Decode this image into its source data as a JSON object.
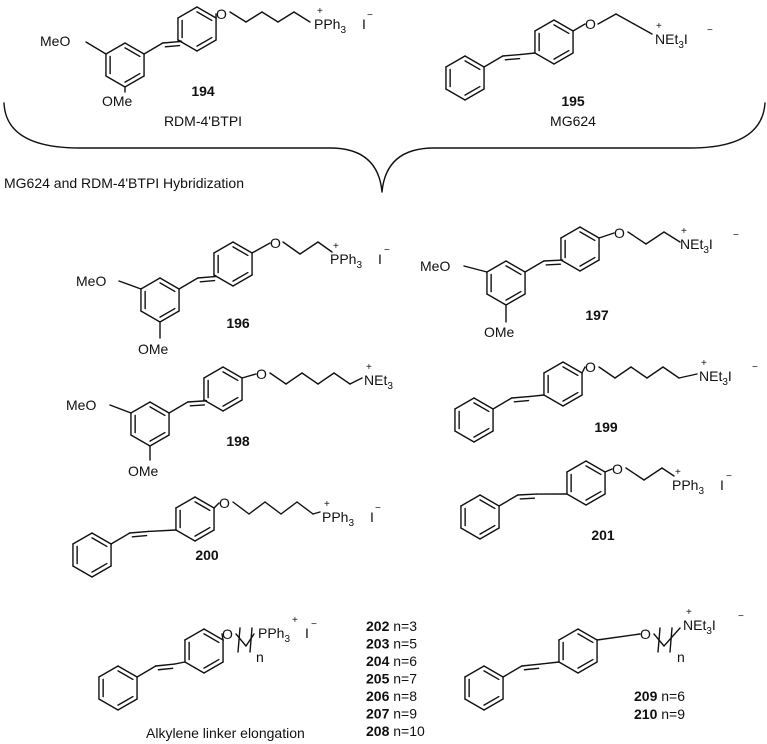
{
  "compounds": {
    "c194": {
      "number": "194",
      "name": "RDM-4'BTPI",
      "ome1": "MeO",
      "ome2": "OMe",
      "o": "O",
      "cation": "PPh",
      "sub": "3",
      "anion": "I",
      "charge": "+",
      "anion_charge": "−"
    },
    "c195": {
      "number": "195",
      "name": "MG624",
      "o": "O",
      "cation": "NEt",
      "sub": "3",
      "anion": "I",
      "charge": "+",
      "anion_charge": "−"
    },
    "c196": {
      "number": "196",
      "ome1": "MeO",
      "ome2": "OMe",
      "o": "O",
      "cation": "PPh",
      "sub": "3",
      "anion": "I",
      "charge": "+",
      "anion_charge": "−"
    },
    "c197": {
      "number": "197",
      "ome1": "MeO",
      "ome2": "OMe",
      "o": "O",
      "cation": "NEt",
      "sub": "3",
      "anion": "I",
      "charge": "+",
      "anion_charge": "−"
    },
    "c198": {
      "number": "198",
      "ome1": "MeO",
      "ome2": "OMe",
      "o": "O",
      "cation": "NEt",
      "sub": "3",
      "charge": "+"
    },
    "c199": {
      "number": "199",
      "o": "O",
      "cation": "NEt",
      "sub": "3",
      "anion": "I",
      "charge": "+",
      "anion_charge": "−"
    },
    "c200": {
      "number": "200",
      "o": "O",
      "cation": "PPh",
      "sub": "3",
      "anion": "I",
      "charge": "+",
      "anion_charge": "−"
    },
    "c201": {
      "number": "201",
      "o": "O",
      "cation": "PPh",
      "sub": "3",
      "anion": "I",
      "charge": "+",
      "anion_charge": "−"
    },
    "series_p": {
      "o": "O",
      "cation": "PPh",
      "sub": "3",
      "anion": "I",
      "charge": "+",
      "anion_charge": "−",
      "n": "n",
      "items": [
        {
          "num": "202",
          "text": "n=3"
        },
        {
          "num": "203",
          "text": "n=5"
        },
        {
          "num": "204",
          "text": "n=6"
        },
        {
          "num": "205",
          "text": "n=7"
        },
        {
          "num": "206",
          "text": "n=8"
        },
        {
          "num": "207",
          "text": "n=9"
        },
        {
          "num": "208",
          "text": "n=10"
        }
      ]
    },
    "series_n": {
      "o": "O",
      "cation": "NEt",
      "sub": "3",
      "anion": "I",
      "charge": "+",
      "anion_charge": "−",
      "n": "n",
      "items": [
        {
          "num": "209",
          "text": "n=6"
        },
        {
          "num": "210",
          "text": "n=9"
        }
      ]
    }
  },
  "labels": {
    "hybridization": "MG624 and RDM-4'BTPI Hybridization",
    "elongation": "Alkylene linker elongation"
  }
}
